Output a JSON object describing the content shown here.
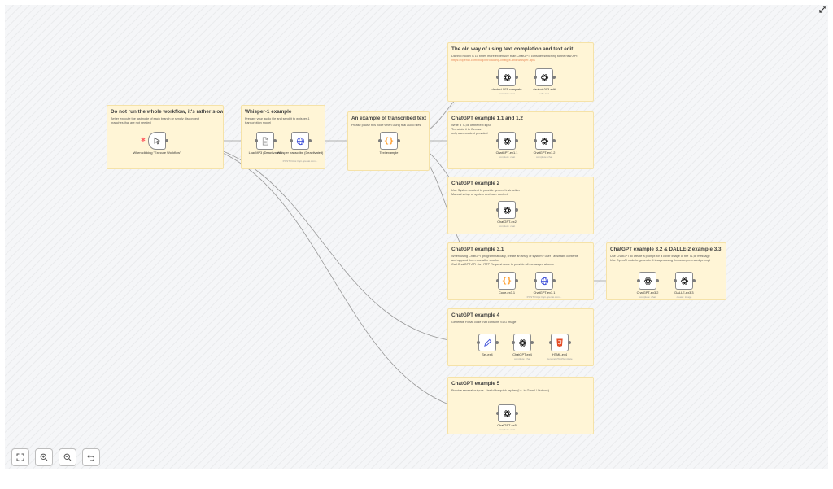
{
  "stickies": [
    {
      "id": "slow",
      "title": "Do not run the whole workflow, it's rather slow",
      "lines": [
        "Better execute the last node of each branch or simply disconnect",
        "branches that are not needed"
      ]
    },
    {
      "id": "whisper",
      "title": "Whisper-1 example",
      "lines": [
        "Prepare your audio file and send it to whisper-1",
        "transcription model"
      ]
    },
    {
      "id": "transcribed",
      "title": "An example of transcribed text",
      "lines": [
        "Please pause this node when using real audio files"
      ]
    },
    {
      "id": "oldway",
      "title": "The old way of using text completion and text edit",
      "lines": [
        "Davinci model is 10 times more expensive than ChatGPT, consider switching to the new API:"
      ],
      "link": "https://openai.com/blog/introducing-chatgpt-and-whisper-apis"
    },
    {
      "id": "ex11",
      "title": "ChatGPT example 1.1 and 1.2",
      "lines": [
        "Write a TL;dr of the text input",
        "Translate it to German",
        "only user content provided"
      ]
    },
    {
      "id": "ex2",
      "title": "ChatGPT example 2",
      "lines": [
        "Use System content to provide general instruction",
        "Manual setup of system and user content"
      ]
    },
    {
      "id": "ex31",
      "title": "ChatGPT example 3.1",
      "lines": [
        "When using ChatGPT programmatically, create an array of system / user / assistant contents",
        "and append them one after another",
        "Call ChatGPT API via HTTP Request node to provide all messages at once"
      ]
    },
    {
      "id": "ex32",
      "title": "ChatGPT example 3.2 & DALLE-2 example 3.3",
      "lines": [
        "Use ChatGPT to create a prompt for a cover image of the TL;dr message",
        "Use OpenAI node to generate 4 images using the auto-generated prompt"
      ]
    },
    {
      "id": "ex4",
      "title": "ChatGPT example 4",
      "lines": [
        "Generate HTML code that contains SVG image"
      ]
    },
    {
      "id": "ex5",
      "title": "ChatGPT example 5",
      "lines": [
        "Provide several outputs. Useful for quick replies (i.e. in Gmail / Outlook)"
      ]
    }
  ],
  "nodes": [
    {
      "id": "trigger",
      "label": "When clicking \"Execute Workflow\"",
      "sub": "",
      "icon": "cursor-icon"
    },
    {
      "id": "loadmp3",
      "label": "LoadMP3 (Deactivated)",
      "sub": "",
      "icon": "file-icon"
    },
    {
      "id": "whisper",
      "label": "Whisper transcribe (Deactivated)",
      "sub": "POST: https://api.openai.com...",
      "icon": "globe-icon"
    },
    {
      "id": "textexample",
      "label": "Text example",
      "sub": "",
      "icon": "code-braces-icon"
    },
    {
      "id": "davinci_complete",
      "label": "davinci-003-complete",
      "sub": "complete: text",
      "icon": "openai-icon"
    },
    {
      "id": "davinci_edit",
      "label": "davinci-003-edit",
      "sub": "edit: text",
      "icon": "openai-icon"
    },
    {
      "id": "ex11",
      "label": "ChatGPT-ex1.1",
      "sub": "complete: chat",
      "icon": "openai-icon"
    },
    {
      "id": "ex12",
      "label": "ChatGPT-ex1.2",
      "sub": "complete: chat",
      "icon": "openai-icon"
    },
    {
      "id": "ex2",
      "label": "ChatGPT-ex2",
      "sub": "complete: chat",
      "icon": "openai-icon"
    },
    {
      "id": "code31",
      "label": "Code-ex3.1",
      "sub": "",
      "icon": "code-braces-icon"
    },
    {
      "id": "ex31",
      "label": "ChatGPT-ex3.1",
      "sub": "POST: https://api.openai.com...",
      "icon": "globe-icon"
    },
    {
      "id": "ex32",
      "label": "ChatGPT-ex3.2",
      "sub": "complete: chat",
      "icon": "openai-icon"
    },
    {
      "id": "dalle33",
      "label": "DALLE-ex3.3",
      "sub": "create: image",
      "icon": "openai-icon"
    },
    {
      "id": "set4",
      "label": "Set-ex4",
      "sub": "",
      "icon": "pen-icon"
    },
    {
      "id": "ex4",
      "label": "ChatGPT-ex4",
      "sub": "complete: chat",
      "icon": "openai-icon"
    },
    {
      "id": "html4",
      "label": "HTML-ex4",
      "sub": "generateHtmlTemplate",
      "icon": "html5-icon"
    },
    {
      "id": "ex5",
      "label": "ChatGPT-ex5",
      "sub": "complete: chat",
      "icon": "openai-icon"
    }
  ],
  "controls": [
    {
      "id": "zoom-to-fit",
      "icon": "fit-view-icon"
    },
    {
      "id": "zoom-in",
      "icon": "zoom-in-icon"
    },
    {
      "id": "zoom-out",
      "icon": "zoom-out-icon"
    },
    {
      "id": "undo",
      "icon": "undo-icon"
    }
  ],
  "colors": {
    "sticky_bg": "#fff5d6",
    "wire": "#9a9a9a",
    "openai": "#1a1a1a",
    "code": "#ff9b26",
    "globe": "#3f51d9",
    "pen": "#3f51d9",
    "html5": "#e44d26",
    "trigger_dot": "#ff5a5f"
  }
}
